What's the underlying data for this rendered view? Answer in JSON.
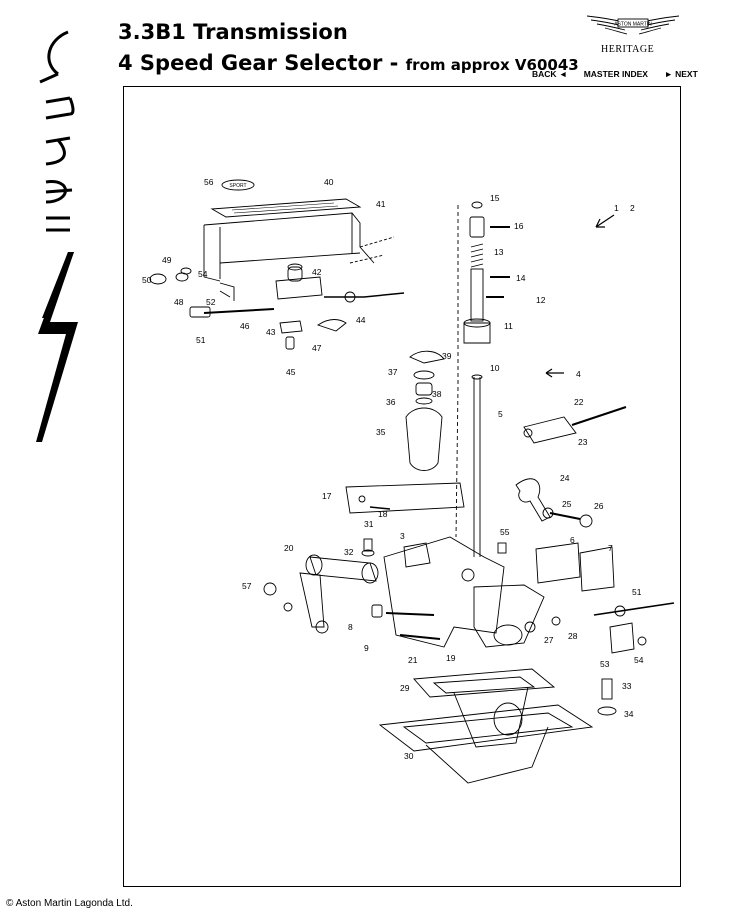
{
  "header": {
    "title_line1": "3.3B1 Transmission",
    "title_line2_main": "4 Speed Gear Selector - ",
    "title_line2_small": "from approx V60043",
    "logo_text": "ASTON MARTIN",
    "heritage": "HERITAGE"
  },
  "side_logo": "Virage",
  "nav": {
    "back": "BACK ◄",
    "master_index": "MASTER INDEX",
    "next": "► NEXT"
  },
  "callouts": [
    "1",
    "2",
    "3",
    "4",
    "5",
    "6",
    "7",
    "8",
    "9",
    "10",
    "11",
    "12",
    "13",
    "14",
    "15",
    "16",
    "17",
    "18",
    "19",
    "20",
    "21",
    "22",
    "23",
    "24",
    "25",
    "26",
    "27",
    "28",
    "29",
    "30",
    "31",
    "32",
    "33",
    "34",
    "35",
    "36",
    "37",
    "38",
    "39",
    "40",
    "41",
    "42",
    "43",
    "44",
    "45",
    "46",
    "47",
    "48",
    "49",
    "50",
    "51",
    "51",
    "52",
    "53",
    "54",
    "54",
    "55",
    "56",
    "57"
  ],
  "badge_text": "SPORT",
  "footer": "© Aston Martin Lagonda Ltd."
}
